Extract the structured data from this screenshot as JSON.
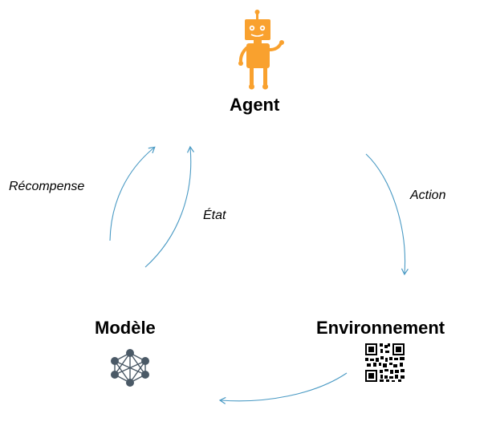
{
  "nodes": {
    "agent": {
      "label": "Agent",
      "icon": "robot-icon"
    },
    "environment": {
      "label": "Environnement",
      "icon": "qr-code-icon"
    },
    "model": {
      "label": "Modèle",
      "icon": "network-icon"
    }
  },
  "edges": {
    "action": "Action",
    "reward": "Récompense",
    "state": "État"
  },
  "colors": {
    "robot": "#F9A12E",
    "arrow": "#4A9AC4",
    "network_node": "#4A5966",
    "text": "#000000"
  }
}
